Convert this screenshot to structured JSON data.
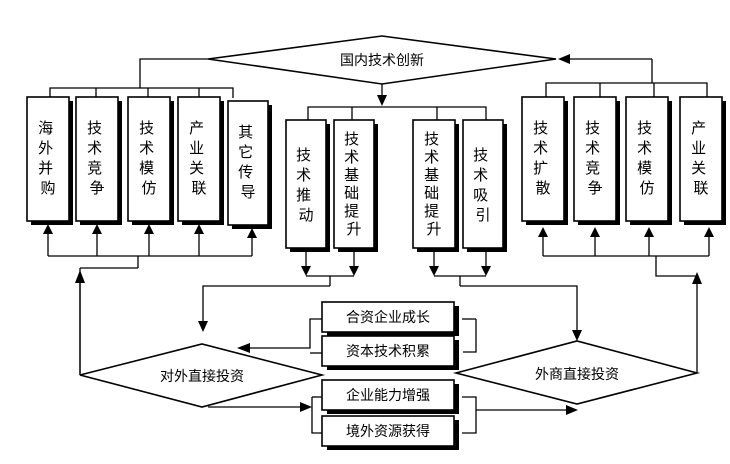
{
  "nodes": {
    "top": "国内技术创新",
    "left_group": [
      {
        "chars": [
          "海",
          "外",
          "并",
          "购"
        ]
      },
      {
        "chars": [
          "技",
          "术",
          "竞",
          "争"
        ]
      },
      {
        "chars": [
          "技",
          "术",
          "模",
          "仿"
        ]
      },
      {
        "chars": [
          "产",
          "业",
          "关",
          "联"
        ]
      },
      {
        "chars": [
          "其",
          "它",
          "传",
          "导"
        ]
      }
    ],
    "middle_group": [
      {
        "chars": [
          "技",
          "术",
          "推",
          "动"
        ]
      },
      {
        "chars": [
          "技",
          "术",
          "基",
          "础",
          "提",
          "升"
        ]
      },
      {
        "chars": [
          "技",
          "术",
          "基",
          "础",
          "提",
          "升"
        ]
      },
      {
        "chars": [
          "技",
          "术",
          "吸",
          "引"
        ]
      }
    ],
    "right_group": [
      {
        "chars": [
          "技",
          "术",
          "扩",
          "散"
        ]
      },
      {
        "chars": [
          "技",
          "术",
          "竞",
          "争"
        ]
      },
      {
        "chars": [
          "技",
          "术",
          "模",
          "仿"
        ]
      },
      {
        "chars": [
          "产",
          "业",
          "关",
          "联"
        ]
      }
    ],
    "ofdi": "对外直接投资",
    "fdi": "外商直接投资",
    "center_boxes": [
      "合资企业成长",
      "资本技术积累",
      "企业能力增强",
      "境外资源获得"
    ]
  }
}
